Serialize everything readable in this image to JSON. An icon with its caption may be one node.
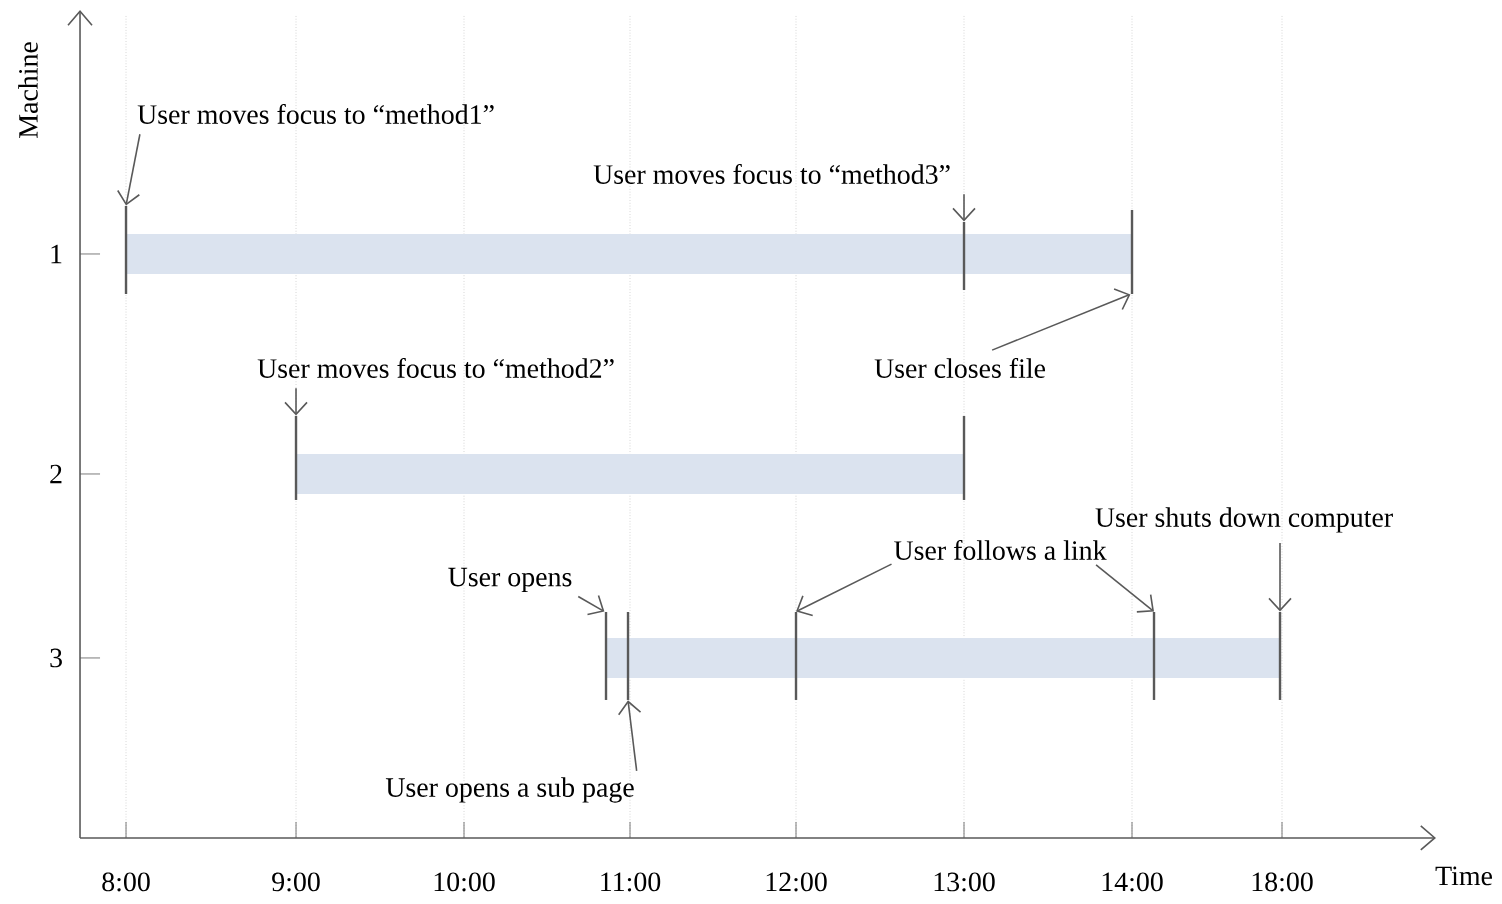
{
  "diagram": {
    "nodes": [
      {
        "text": [
          "User moves focus to “method1”"
        ]
      },
      {
        "text": [
          "User moves focus to “method3”"
        ]
      },
      {
        "text": [
          "User moves focus to “method2”"
        ]
      },
      {
        "text": [
          "User closes file"
        ]
      },
      {
        "text": [
          "User shuts down computer"
        ]
      },
      {
        "text": [
          "User opens"
        ]
      },
      {
        "text": [
          "User follows a link"
        ]
      },
      {
        "text": [
          "User opens a sub page"
        ]
      },
      {
        "text": [],
        "shape": "line"
      },
      {
        "text": [],
        "shape": "line"
      },
      {
        "text": [],
        "shape": "line"
      },
      {
        "text": [],
        "shape": "line"
      },
      {
        "text": [],
        "shape": "line"
      },
      {
        "text": [],
        "shape": "line"
      },
      {
        "text": [],
        "shape": "line"
      },
      {
        "text": [],
        "shape": "line"
      },
      {
        "text": [],
        "shape": "line"
      },
      {
        "text": [],
        "shape": "line"
      },
      {
        "text": [],
        "shape": "bar"
      },
      {
        "text": [],
        "shape": "bar"
      },
      {
        "text": [],
        "shape": "bar"
      }
    ],
    "edges": [
      {
        "from": 0,
        "to": 8,
        "arrow": "to"
      },
      {
        "from": 1,
        "to": 9,
        "arrow": "to"
      },
      {
        "from": 2,
        "to": 11,
        "arrow": "to"
      },
      {
        "from": 3,
        "to": 10,
        "arrow": "to"
      },
      {
        "from": 4,
        "to": 17,
        "arrow": "to"
      },
      {
        "from": 5,
        "to": 13,
        "arrow": "to"
      },
      {
        "from": 6,
        "to": 15,
        "arrow": "to"
      },
      {
        "from": 6,
        "to": 16,
        "arrow": "to"
      },
      {
        "from": 7,
        "to": 14,
        "arrow": "to"
      }
    ],
    "labels": [
      "Machine",
      "1",
      "2",
      "3",
      "8:00",
      "9:00",
      "10:00",
      "11:00",
      "12:00",
      "13:00",
      "14:00",
      "18:00",
      "Time"
    ]
  }
}
